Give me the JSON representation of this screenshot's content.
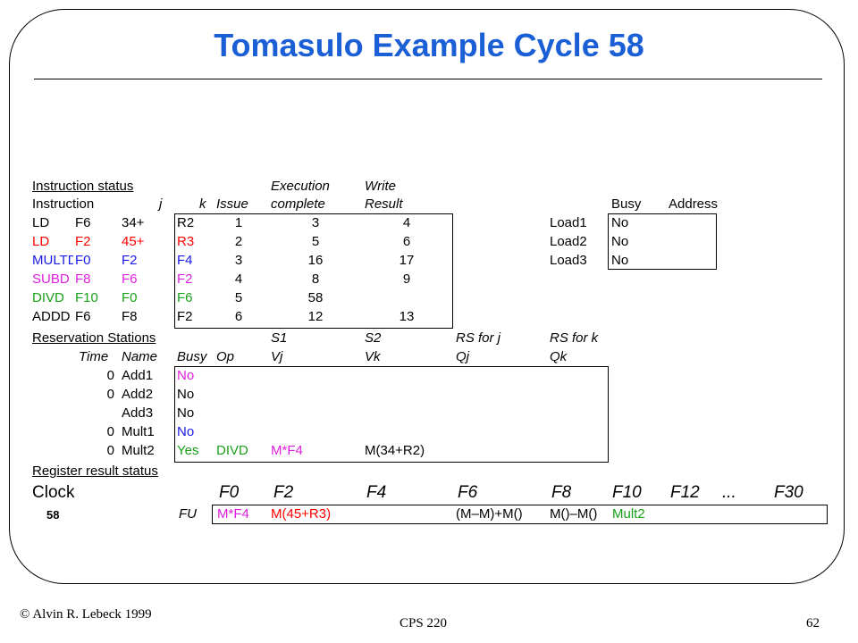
{
  "title": "Tomasulo Example Cycle 58",
  "colors": {
    "title": "#1a5fd6",
    "LD": "#000000",
    "LD2": "#ff0000",
    "MULTD": "#1a1ae6",
    "SUBD": "#e020e0",
    "DIVD": "#19a019",
    "ADDD": "#000000"
  },
  "instruction_status": {
    "label": "Instruction status",
    "headers": {
      "execution": "Execution",
      "write": "Write",
      "instruction": "Instruction",
      "j": "j",
      "k": "k",
      "issue": "Issue",
      "complete": "complete",
      "result": "Result"
    },
    "rows": [
      {
        "op": "LD",
        "dest": "F6",
        "j": "34+",
        "k": "R2",
        "issue": "1",
        "complete": "3",
        "result": "4",
        "color": "black"
      },
      {
        "op": "LD",
        "dest": "F2",
        "j": "45+",
        "k": "R3",
        "issue": "2",
        "complete": "5",
        "result": "6",
        "color": "red"
      },
      {
        "op": "MULTD",
        "dest": "F0",
        "j": "F2",
        "k": "F4",
        "issue": "3",
        "complete": "16",
        "result": "17",
        "color": "blue"
      },
      {
        "op": "SUBD",
        "dest": "F8",
        "j": "F6",
        "k": "F2",
        "issue": "4",
        "complete": "8",
        "result": "9",
        "color": "magenta"
      },
      {
        "op": "DIVD",
        "dest": "F10",
        "j": "F0",
        "k": "F6",
        "issue": "5",
        "complete": "58",
        "result": "",
        "color": "green"
      },
      {
        "op": "ADDD",
        "dest": "F6",
        "j": "F8",
        "k": "F2",
        "issue": "6",
        "complete": "12",
        "result": "13",
        "color": "black"
      }
    ]
  },
  "load_buffers": {
    "headers": {
      "busy": "Busy",
      "address": "Address"
    },
    "rows": [
      {
        "name": "Load1",
        "busy": "No",
        "address": ""
      },
      {
        "name": "Load2",
        "busy": "No",
        "address": ""
      },
      {
        "name": "Load3",
        "busy": "No",
        "address": ""
      }
    ]
  },
  "reservation_stations": {
    "label": "Reservation Stations",
    "headers": {
      "s1": "S1",
      "s2": "S2",
      "rsj": "RS for j",
      "rsk": "RS for k",
      "time": "Time",
      "name": "Name",
      "busy": "Busy",
      "op": "Op",
      "vj": "Vj",
      "vk": "Vk",
      "qj": "Qj",
      "qk": "Qk"
    },
    "rows": [
      {
        "time": "0",
        "name": "Add1",
        "busy": "No",
        "op": "",
        "vj": "",
        "vk": "",
        "qj": "",
        "qk": "",
        "color": "magenta"
      },
      {
        "time": "0",
        "name": "Add2",
        "busy": "No",
        "op": "",
        "vj": "",
        "vk": "",
        "qj": "",
        "qk": "",
        "color": "black"
      },
      {
        "time": "",
        "name": "Add3",
        "busy": "No",
        "op": "",
        "vj": "",
        "vk": "",
        "qj": "",
        "qk": "",
        "color": "black"
      },
      {
        "time": "0",
        "name": "Mult1",
        "busy": "No",
        "op": "",
        "vj": "",
        "vk": "",
        "qj": "",
        "qk": "",
        "color": "blue"
      },
      {
        "time": "0",
        "name": "Mult2",
        "busy": "Yes",
        "op": "DIVD",
        "vj": "M*F4",
        "vk": "M(34+R2)",
        "qj": "",
        "qk": "",
        "color": "green"
      }
    ]
  },
  "register_status": {
    "label": "Register result status",
    "clock_label": "Clock",
    "clock_value": "58",
    "fu_label": "FU",
    "registers": [
      "F0",
      "F2",
      "F4",
      "F6",
      "F8",
      "F10",
      "F12",
      "...",
      "F30"
    ],
    "values": [
      {
        "text": "M*F4",
        "color": "magenta"
      },
      {
        "text": "M(45+R3)",
        "color": "red"
      },
      {
        "text": "",
        "color": "black"
      },
      {
        "text": "(M–M)+M()",
        "color": "black"
      },
      {
        "text": "M()–M()",
        "color": "black"
      },
      {
        "text": "Mult2",
        "color": "green"
      },
      {
        "text": "",
        "color": "black"
      },
      {
        "text": "",
        "color": "black"
      },
      {
        "text": "",
        "color": "black"
      }
    ]
  },
  "footer": {
    "copyright": "© Alvin R. Lebeck 1999",
    "course": "CPS 220",
    "page": "62"
  }
}
